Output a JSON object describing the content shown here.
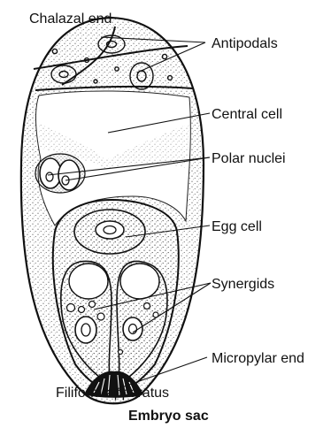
{
  "labels": {
    "chalazal_end": "Chalazal end",
    "antipodals": "Antipodals",
    "central_cell": "Central cell",
    "polar_nuclei": "Polar nuclei",
    "egg_cell": "Egg cell",
    "synergids": "Synergids",
    "micropylar_end": "Micropylar end",
    "filiform_apparatus": "Filiform apparatus"
  },
  "caption": "Embryo sac",
  "colors": {
    "ink": "#111111",
    "background": "#ffffff"
  }
}
